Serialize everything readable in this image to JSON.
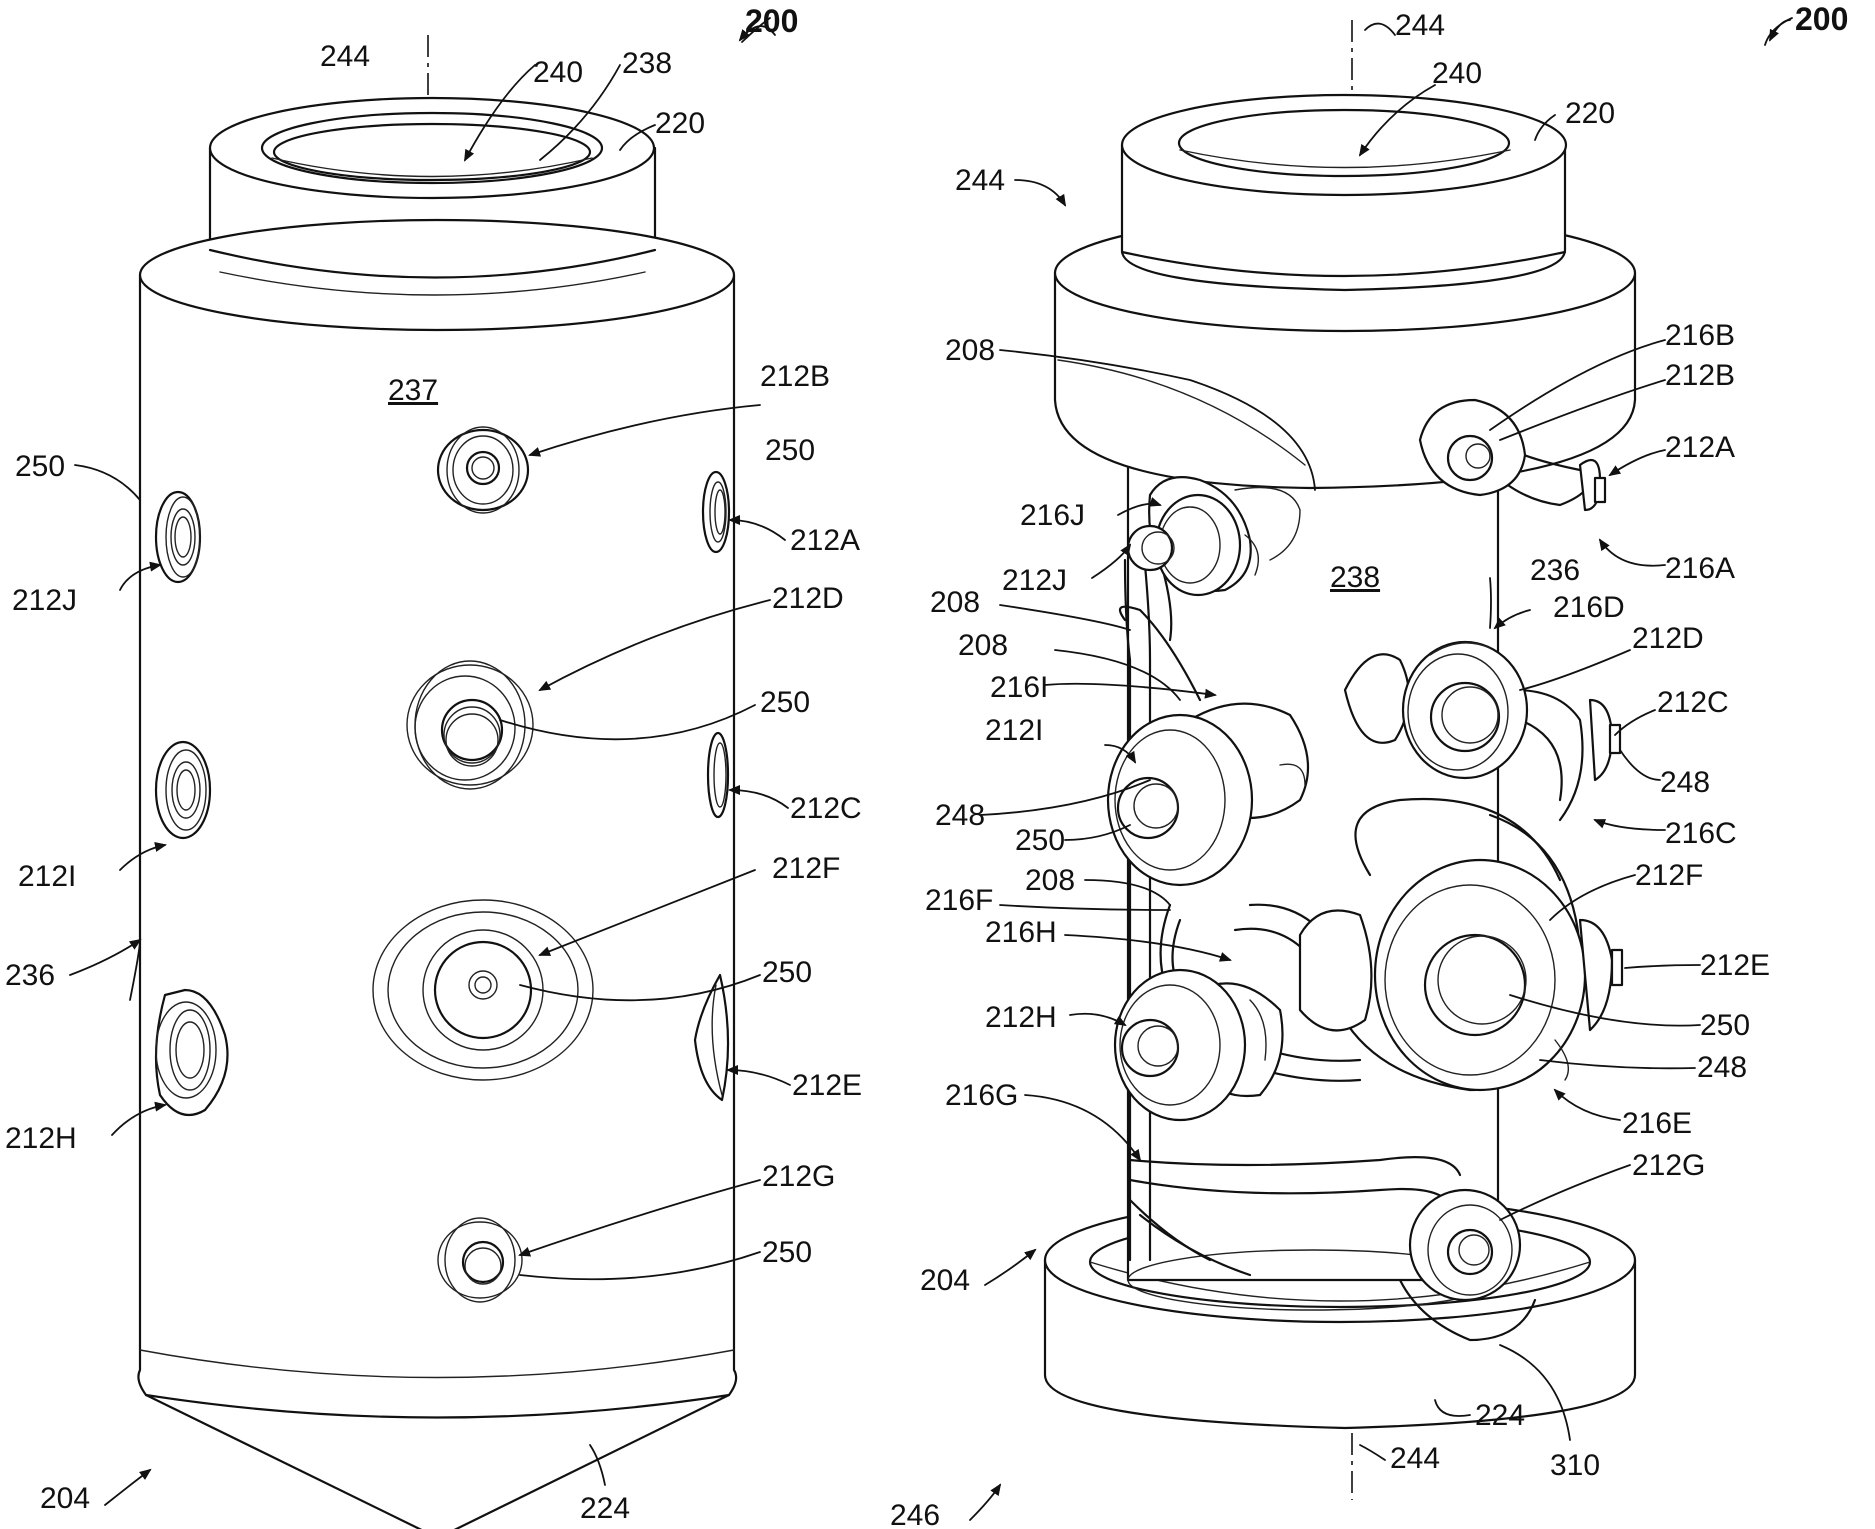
{
  "figure_number_left": "200",
  "figure_number_right": "200",
  "left_view": {
    "labels": {
      "axis": "244",
      "bore": "240",
      "inner_ring": "238",
      "top_cap": "220",
      "surface": "237",
      "port_b": "212B",
      "seal_upper_right": "250",
      "ref_250_left": "250",
      "port_a": "212A",
      "port_j": "212J",
      "port_d": "212D",
      "seal_d": "250",
      "port_i": "212I",
      "port_c": "212C",
      "port_f": "212F",
      "body": "236",
      "seal_f": "250",
      "port_e": "212E",
      "port_h": "212H",
      "port_g": "212G",
      "seal_g": "250",
      "bottom": "204",
      "bottom_face": "224"
    }
  },
  "right_view": {
    "labels": {
      "axis_top": "244",
      "bore": "240",
      "top_cap": "220",
      "ref_244_left": "244",
      "tube_upper": "208",
      "conn_b": "216B",
      "port_b": "212B",
      "port_a": "212A",
      "conn_j": "216J",
      "core": "238",
      "port_j": "212J",
      "body": "236",
      "conn_a": "216A",
      "tube_mid": "208",
      "conn_d": "216D",
      "tube_mid2": "208",
      "port_d": "212D",
      "conn_i": "216I",
      "port_c": "212C",
      "port_i": "212I",
      "ref_248_right": "248",
      "ref_248_left": "248",
      "conn_c": "216C",
      "ref_250_left": "250",
      "tube_low": "208",
      "port_f": "212F",
      "conn_f": "216F",
      "conn_h": "216H",
      "port_e": "212E",
      "port_h": "212H",
      "ref_250_right": "250",
      "ref_248_low": "248",
      "conn_g": "216G",
      "conn_e": "216E",
      "port_g": "212G",
      "bottom": "204",
      "bottom_face": "224",
      "axis_bottom": "244",
      "ref_310": "310",
      "ref_246": "246"
    }
  }
}
